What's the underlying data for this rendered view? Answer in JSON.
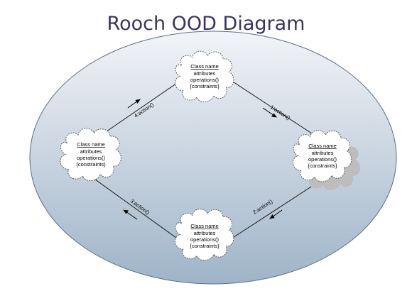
{
  "title": "Rooch OOD Diagram",
  "classes": [
    {
      "id": "top",
      "name": "Class name",
      "attributes": "attributes",
      "operations": "operations()",
      "constraints": "{constraints}"
    },
    {
      "id": "right",
      "name": "Class name",
      "attributes": "attributes",
      "operations": "operations()",
      "constraints": "{constraints}"
    },
    {
      "id": "bottom",
      "name": "Class name",
      "attributes": "attributes",
      "operations": "operations()",
      "constraints": "{constraints}"
    },
    {
      "id": "left",
      "name": "Class name",
      "attributes": "attributes",
      "operations": "operations()",
      "constraints": "{constraints}"
    }
  ],
  "messages": [
    {
      "id": "m1",
      "label": "1:action()"
    },
    {
      "id": "m2",
      "label": "2:action()"
    },
    {
      "id": "m3",
      "label": "3:action()"
    },
    {
      "id": "m4",
      "label": "4:action()"
    }
  ],
  "colors": {
    "title": "#3a3560",
    "ellipse_top": "#f2f4f8",
    "ellipse_bottom": "#9fb4c8",
    "ellipse_stroke": "#5b6f86",
    "line": "#1a1a1a",
    "cloud_fill": "#ffffff",
    "cloud_stroke": "#555555",
    "cloud_shadow": "#bdbdbd"
  }
}
